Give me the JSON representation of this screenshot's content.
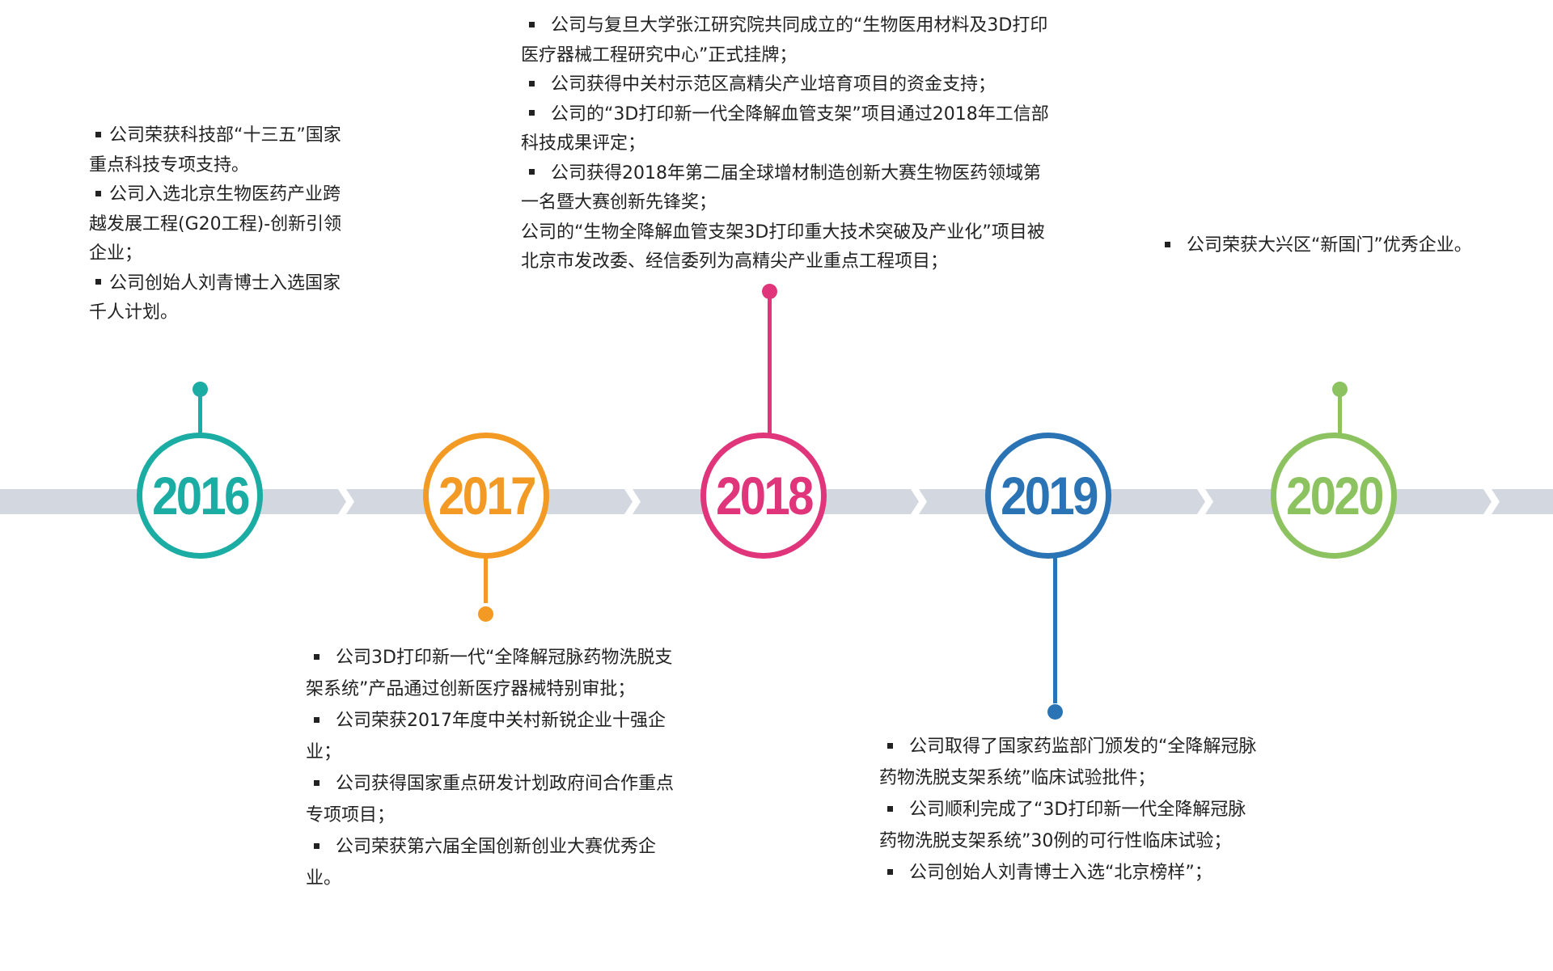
{
  "colors": {
    "track": "#d3d8e0",
    "y2016": "#1bada3",
    "y2017": "#f39a24",
    "y2018": "#e0357a",
    "y2019": "#2a73b5",
    "y2020": "#8cc360",
    "text": "#222222"
  },
  "milestones": [
    {
      "year": "2016",
      "items": [
        "公司荣获科技部“十三五”国家重点科技专项支持。",
        "公司入选北京生物医药产业跨越发展工程(G20工程)-创新引领企业；",
        "公司创始人刘青博士入选国家千人计划。"
      ]
    },
    {
      "year": "2017",
      "items": [
        "公司3D打印新一代“全降解冠脉药物洗脱支架系统”产品通过创新医疗器械特别审批；",
        "公司荣获2017年度中关村新锐企业十强企业；",
        "公司获得国家重点研发计划政府间合作重点专项项目；",
        "公司荣获第六届全国创新创业大赛优秀企业。"
      ]
    },
    {
      "year": "2018",
      "items": [
        "公司与复旦大学张江研究院共同成立的“生物医用材料及3D打印医疗器械工程研究中心”正式挂牌；",
        "公司获得中关村示范区高精尖产业培育项目的资金支持；",
        "公司的“3D打印新一代全降解血管支架”项目通过2018年工信部科技成果评定；",
        "公司获得2018年第二届全球增材制造创新大赛生物医药领域第一名暨大赛创新先锋奖；",
        "公司的“生物全降解血管支架3D打印重大技术突破及产业化”项目被北京市发改委、经信委列为高精尖产业重点工程项目；"
      ]
    },
    {
      "year": "2019",
      "items": [
        "公司取得了国家药监部门颁发的“全降解冠脉药物洗脱支架系统”临床试验批件；",
        "公司顺利完成了“3D打印新一代全降解冠脉药物洗脱支架系统”30例的可行性临床试验；",
        "公司创始人刘青博士入选“北京榜样”；"
      ]
    },
    {
      "year": "2020",
      "items": [
        "公司荣获大兴区“新国门”优秀企业。"
      ]
    }
  ]
}
